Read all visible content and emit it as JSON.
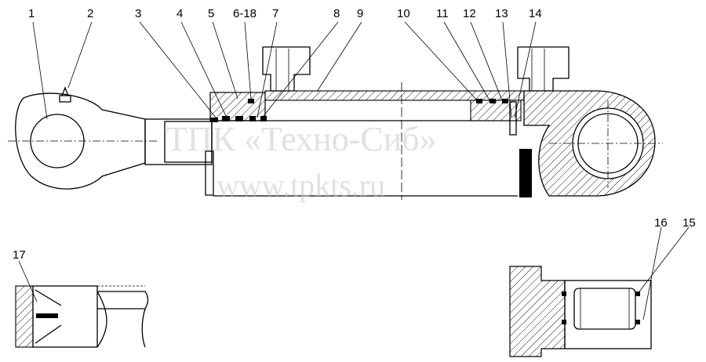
{
  "callouts": {
    "c1": "1",
    "c2": "2",
    "c3": "3",
    "c4": "4",
    "c5": "5",
    "c6": "6-18",
    "c7": "7",
    "c8": "8",
    "c9": "9",
    "c10": "10",
    "c11": "11",
    "c12": "12",
    "c13": "13",
    "c14": "14",
    "c15": "15",
    "c16": "16",
    "c17": "17"
  },
  "watermark": {
    "line1": "ТПК «Техно-Сиб»",
    "line2": "www.tpkts.ru"
  }
}
